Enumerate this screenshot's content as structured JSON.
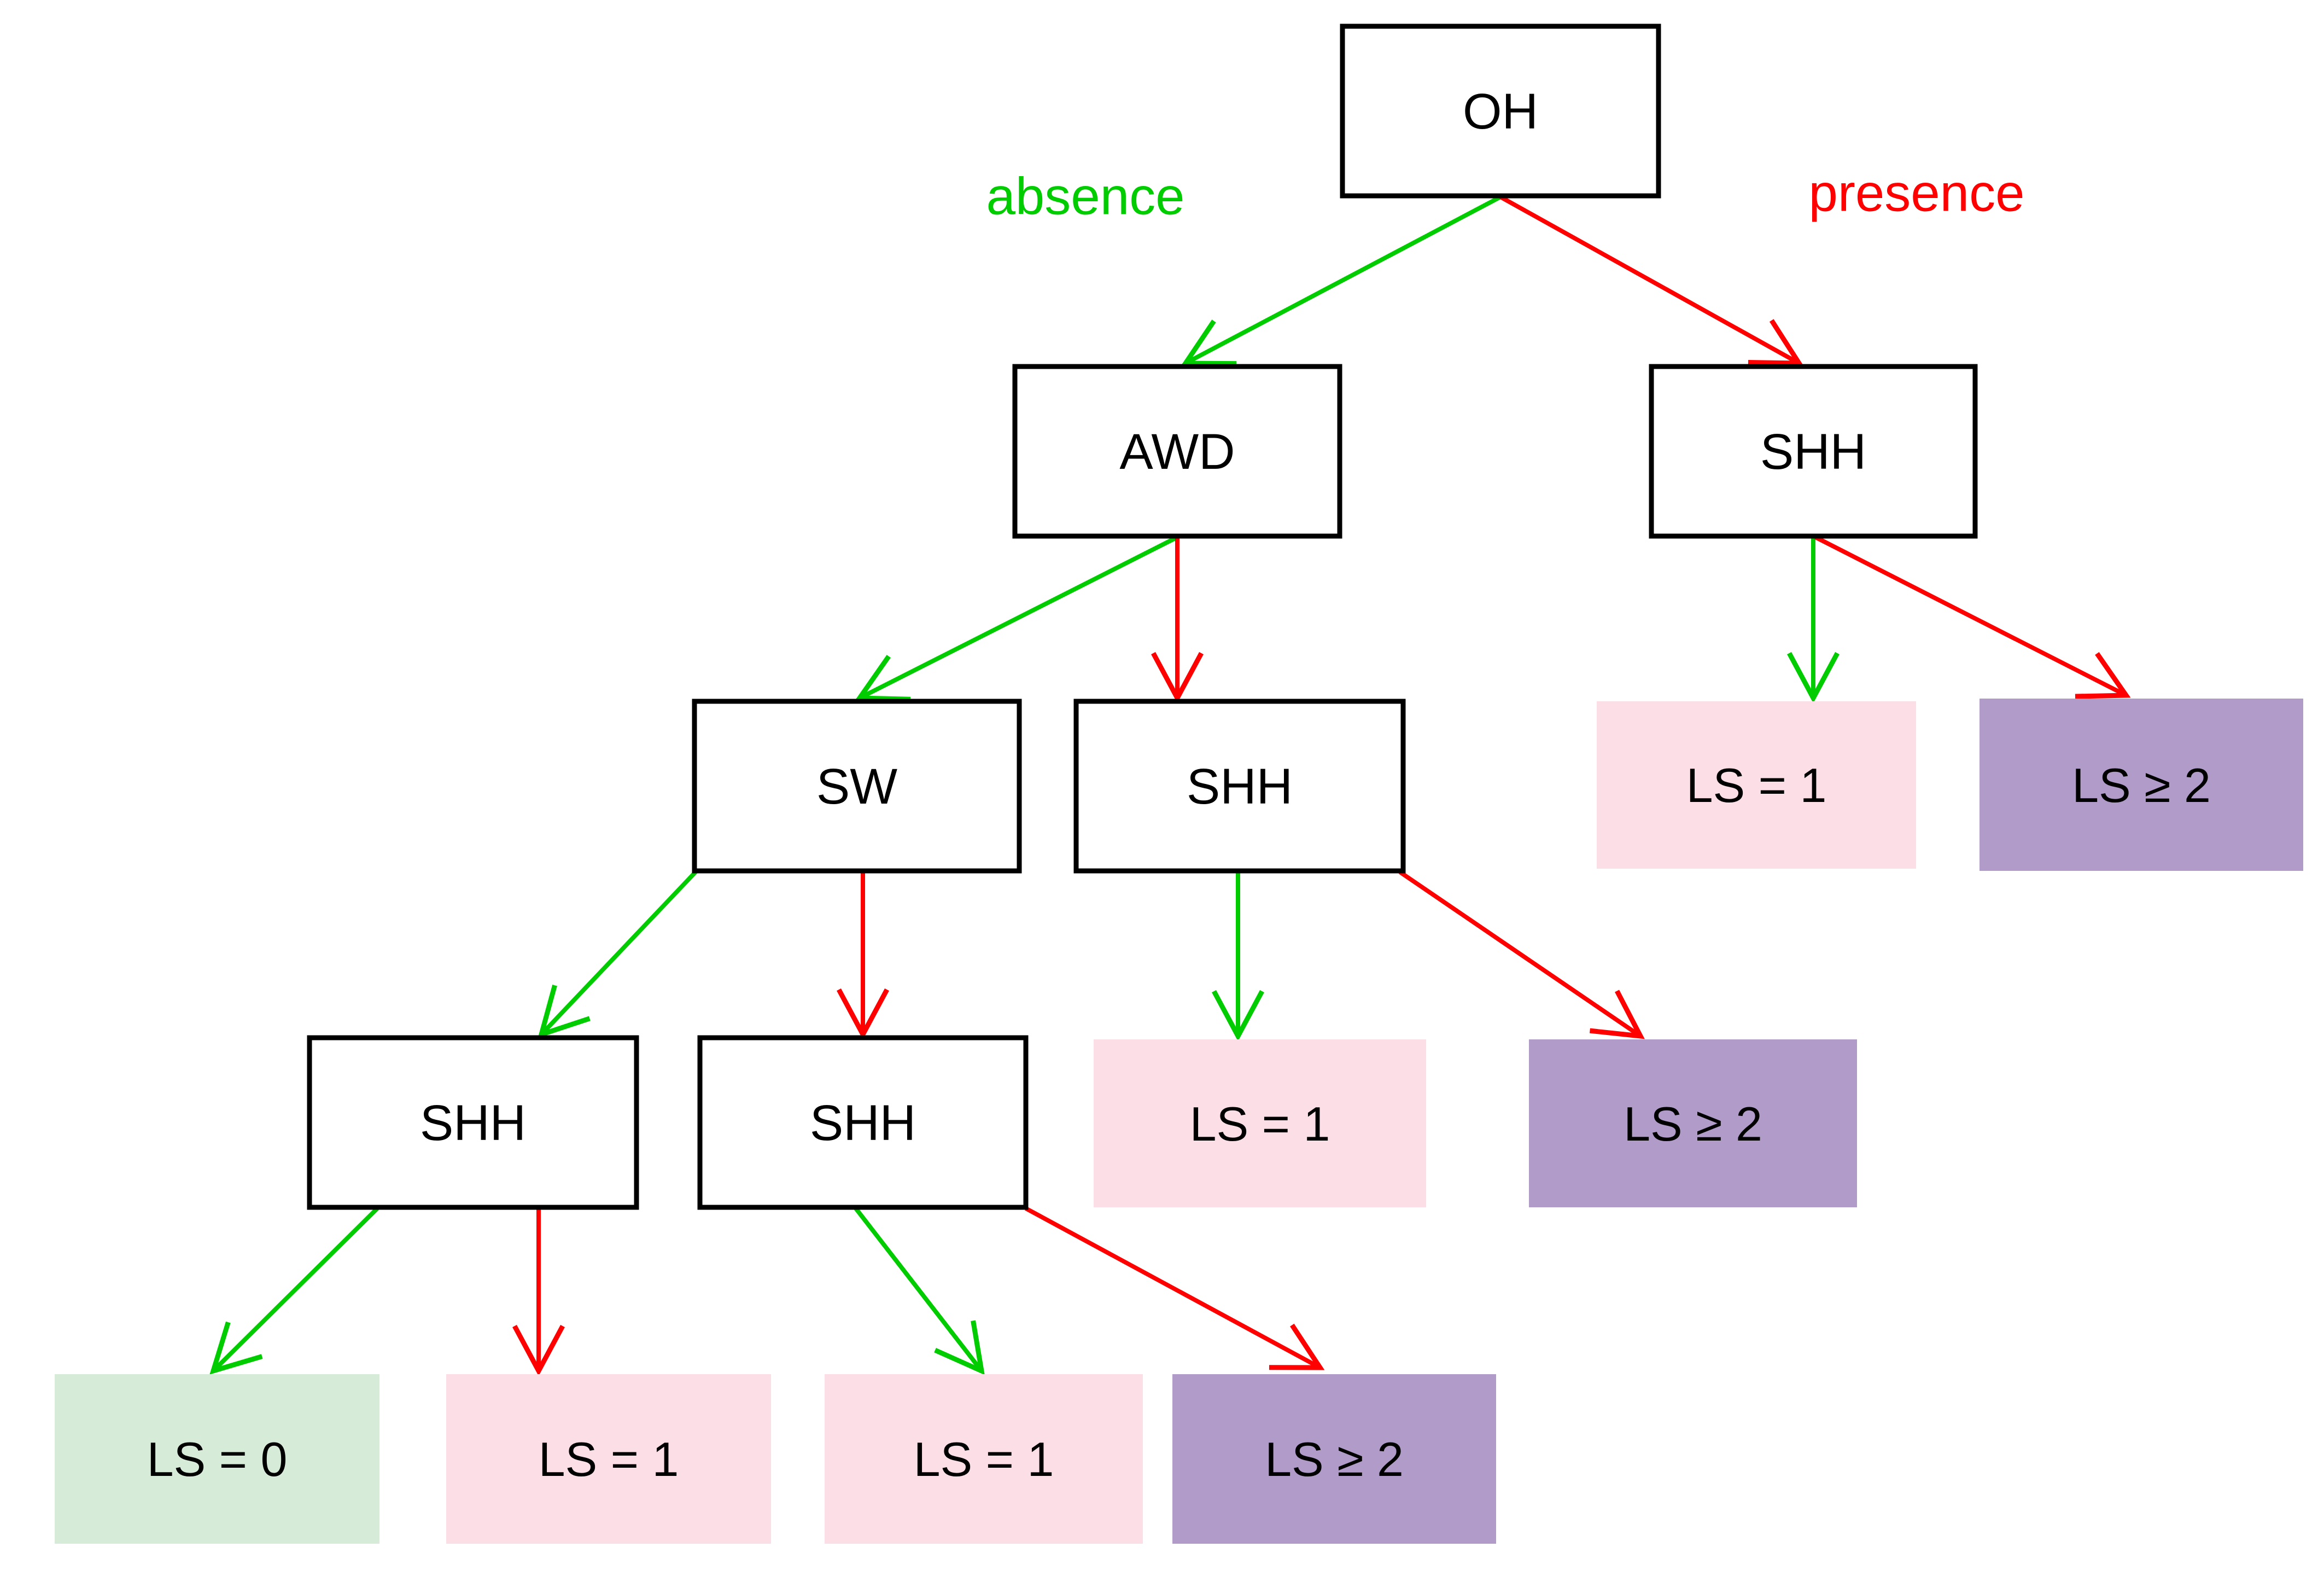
{
  "diagram_type": "decision-tree",
  "palette": {
    "absence_green": "#00CC00",
    "presence_red": "#FF0000",
    "leaf_pink": "#FCDEE6",
    "leaf_purple": "#B19BC9",
    "leaf_green": "#D6ECD8",
    "node_fill": "#FFFFFF",
    "node_border": "#000000",
    "text_color": "#000000",
    "background": "#FFFFFF"
  },
  "labels": {
    "absence": "absence",
    "presence": "presence"
  },
  "nodes": [
    {
      "id": "n0",
      "label": "OH",
      "position": "root"
    },
    {
      "id": "n1",
      "label": "AWD",
      "position": "level-2-left"
    },
    {
      "id": "n2",
      "label": "SHH",
      "position": "level-2-right"
    },
    {
      "id": "n3",
      "label": "SW",
      "position": "level-3-left"
    },
    {
      "id": "n4",
      "label": "SHH",
      "position": "level-3-middle"
    },
    {
      "id": "n5",
      "label": "SHH",
      "position": "level-4-left"
    },
    {
      "id": "n6",
      "label": "SHH",
      "position": "level-4-second"
    }
  ],
  "leaves": [
    {
      "id": "l0",
      "label": "LS = 1",
      "color_key": "leaf_pink",
      "position": "level-3-pink"
    },
    {
      "id": "l1",
      "label": "LS ≥ 2",
      "color_key": "leaf_purple",
      "position": "level-3-purple"
    },
    {
      "id": "l2",
      "label": "LS = 1",
      "color_key": "leaf_pink",
      "position": "level-4-pink"
    },
    {
      "id": "l3",
      "label": "LS ≥ 2",
      "color_key": "leaf_purple",
      "position": "level-4-purple"
    },
    {
      "id": "l4",
      "label": "LS = 0",
      "color_key": "leaf_green",
      "position": "level-5-green"
    },
    {
      "id": "l5",
      "label": "LS = 1",
      "color_key": "leaf_pink",
      "position": "level-5-pink-1"
    },
    {
      "id": "l6",
      "label": "LS = 1",
      "color_key": "leaf_pink",
      "position": "level-5-pink-2"
    },
    {
      "id": "l7",
      "label": "LS ≥ 2",
      "color_key": "leaf_purple",
      "position": "level-5-purple"
    }
  ],
  "edges": [
    {
      "from": "n0",
      "to": "n1",
      "branch": "absence"
    },
    {
      "from": "n0",
      "to": "n2",
      "branch": "presence"
    },
    {
      "from": "n1",
      "to": "n3",
      "branch": "absence"
    },
    {
      "from": "n1",
      "to": "n4",
      "branch": "presence"
    },
    {
      "from": "n2",
      "to": "l0",
      "branch": "absence"
    },
    {
      "from": "n2",
      "to": "l1",
      "branch": "presence"
    },
    {
      "from": "n3",
      "to": "n5",
      "branch": "absence"
    },
    {
      "from": "n3",
      "to": "n6",
      "branch": "presence"
    },
    {
      "from": "n4",
      "to": "l2",
      "branch": "absence"
    },
    {
      "from": "n4",
      "to": "l3",
      "branch": "presence"
    },
    {
      "from": "n5",
      "to": "l4",
      "branch": "absence"
    },
    {
      "from": "n5",
      "to": "l5",
      "branch": "presence"
    },
    {
      "from": "n6",
      "to": "l6",
      "branch": "absence"
    },
    {
      "from": "n6",
      "to": "l7",
      "branch": "presence"
    }
  ],
  "tree": {
    "node": "OH",
    "absence": {
      "node": "AWD",
      "absence": {
        "node": "SW",
        "absence": {
          "node": "SHH",
          "absence": {
            "leaf": "LS = 0"
          },
          "presence": {
            "leaf": "LS = 1"
          }
        },
        "presence": {
          "node": "SHH",
          "absence": {
            "leaf": "LS = 1"
          },
          "presence": {
            "leaf": "LS ≥ 2"
          }
        }
      },
      "presence": {
        "node": "SHH",
        "absence": {
          "leaf": "LS = 1"
        },
        "presence": {
          "leaf": "LS ≥ 2"
        }
      }
    },
    "presence": {
      "node": "SHH",
      "absence": {
        "leaf": "LS = 1"
      },
      "presence": {
        "leaf": "LS ≥ 2"
      }
    }
  }
}
